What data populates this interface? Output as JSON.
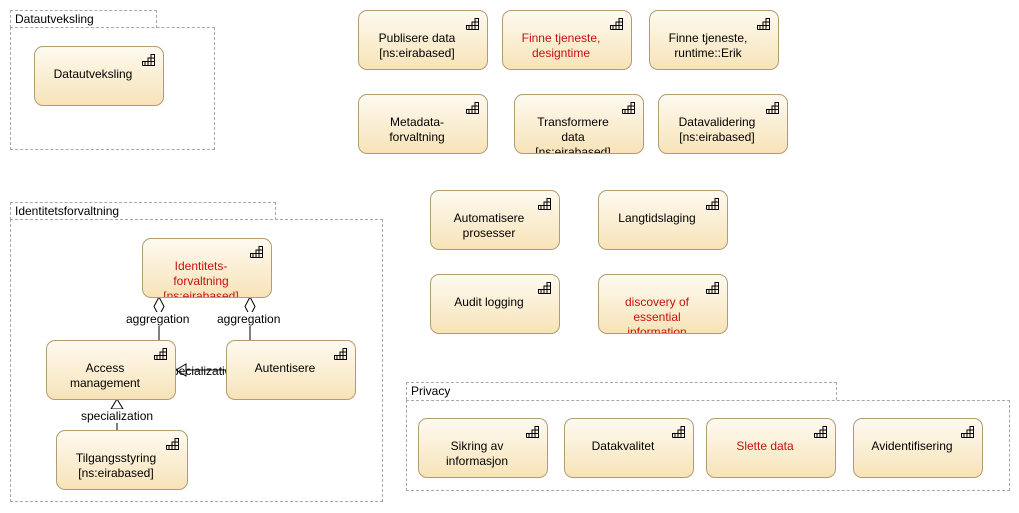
{
  "groups": {
    "datautveksling": "Datautveksling",
    "identitet": "Identitetsforvaltning",
    "privacy": "Privacy"
  },
  "nodes": {
    "datautveksling": "Datautveksling",
    "publisere_data": "Publisere data\n[ns:eirabased]",
    "finne_tjeneste_design": "Finne tjeneste,\ndesigntime",
    "finne_tjeneste_runtime": "Finne tjeneste,\nruntime::Erik",
    "metadata": "Metadata-\nforvaltning",
    "transformere": "Transformere\ndata\n[ns:eirabased]",
    "datavalidering": "Datavalidering\n[ns:eirabased]",
    "automatisere": "Automatisere\nprosesser",
    "langtidslaging": "Langtidslaging",
    "audit_logging": "Audit logging",
    "discovery": "discovery of\nessential\ninformation\nobjects and their",
    "identitetsforvaltning": "Identitets-\nforvaltning\n[ns:eirabased]",
    "access_management": "Access\nmanagement",
    "autentisere": "Autentisere",
    "tilgangsstyring": "Tilgangsstyring\n[ns:eirabased]",
    "sikring": "Sikring av\ninformasjon",
    "datakvalitet": "Datakvalitet",
    "slette_data": "Slette data",
    "avidentifisering": "Avidentifisering"
  },
  "edges": {
    "aggregation_1": "aggregation",
    "aggregation_2": "aggregation",
    "specialization_1": "specialization",
    "specialization_2": "specialization"
  },
  "icons": {
    "node_icon": "application-function-icon"
  },
  "colors": {
    "node_fill_top": "#fefaf0",
    "node_fill_bottom": "#f7e3b8",
    "node_border": "#b49c72",
    "red_text": "#c81010"
  }
}
